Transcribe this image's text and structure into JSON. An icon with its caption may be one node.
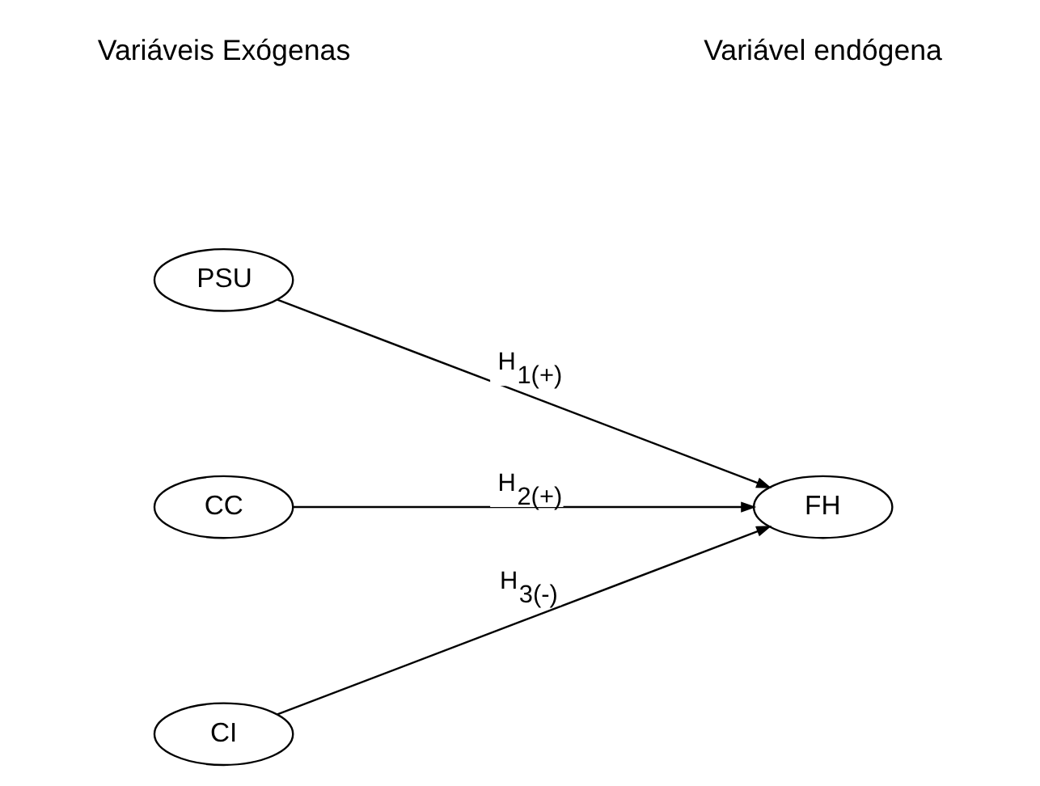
{
  "diagram": {
    "nodes": [
      {
        "text": [
          "PSU"
        ]
      },
      {
        "text": [
          "CC"
        ]
      },
      {
        "text": [
          "CI"
        ]
      },
      {
        "text": [
          "FH"
        ]
      }
    ],
    "edges": [
      {
        "from": 0,
        "to": 3,
        "arrow": "to",
        "label": "H$_{1(+)}$"
      },
      {
        "from": 1,
        "to": 3,
        "arrow": "to",
        "label": "H$_{2(+)}$"
      },
      {
        "from": 2,
        "to": 3,
        "arrow": "to",
        "label": "H$_{3(-)}$"
      }
    ],
    "labels": [
      "Variáveis Exógenas",
      "Variável endógena"
    ]
  }
}
